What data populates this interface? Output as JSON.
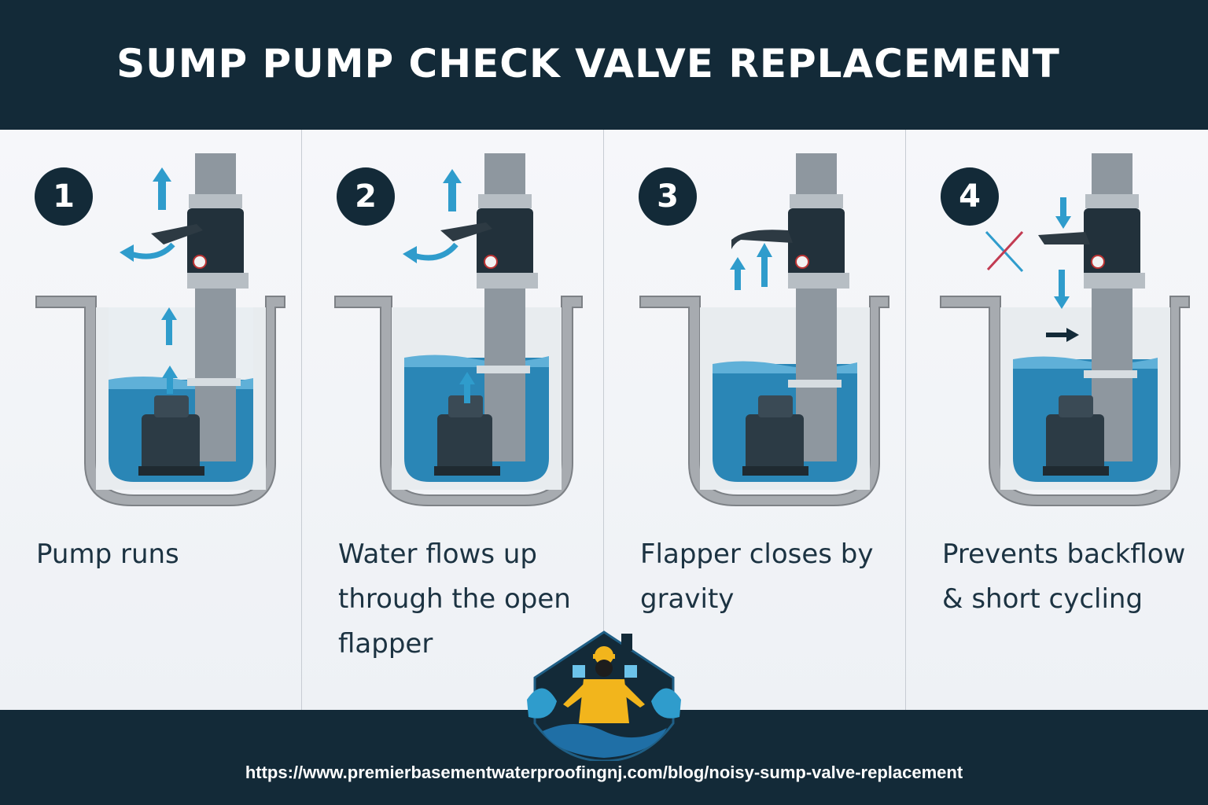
{
  "header": {
    "title": "SUMP PUMP CHECK VALVE REPLACEMENT"
  },
  "steps": [
    {
      "number": "1",
      "caption": "Pump runs"
    },
    {
      "number": "2",
      "caption": "Water flows up through the open flapper"
    },
    {
      "number": "3",
      "caption": "Flapper closes by gravity"
    },
    {
      "number": "4",
      "caption": "Prevents backflow & short cycling"
    }
  ],
  "footer": {
    "url": "https://www.premierbasementwaterproofingnj.com/blog/noisy-sump-valve-replacement"
  },
  "colors": {
    "navy": "#132a38",
    "water": "#2a86b6",
    "arrow": "#2f9ccc",
    "pipe": "#8e979f",
    "concrete": "#a7abb0",
    "logo_yellow": "#f2b51c"
  },
  "icons": [
    "arrow-up-icon",
    "arrow-curved-icon",
    "arrow-down-icon",
    "spark-x-icon",
    "house-worker-logo"
  ]
}
